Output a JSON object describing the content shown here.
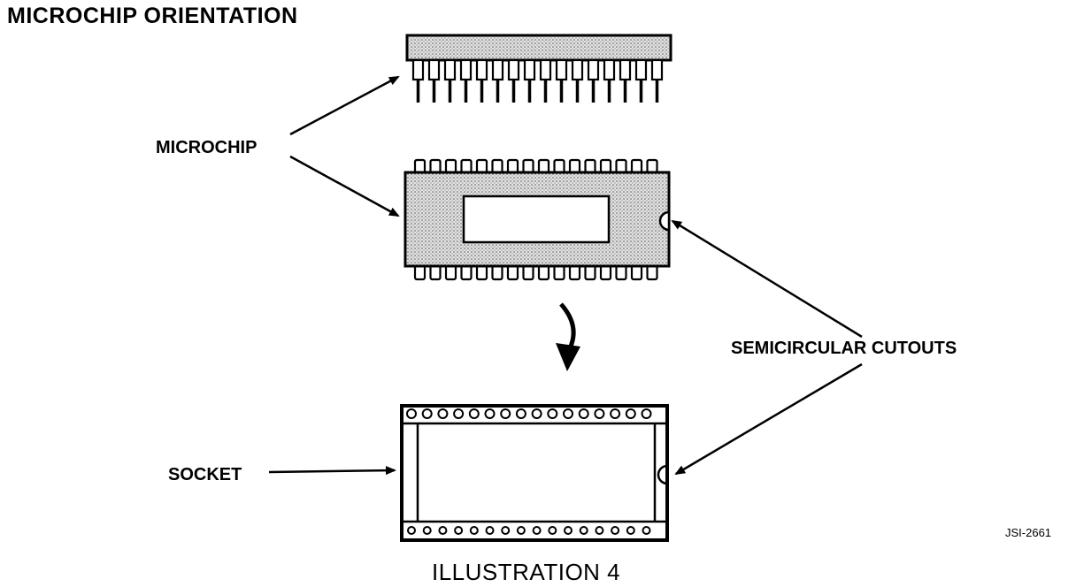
{
  "title": "MICROCHIP ORIENTATION",
  "labels": {
    "microchip": "MICROCHIP",
    "cutouts": "SEMICIRCULAR CUTOUTS",
    "socket": "SOCKET",
    "code": "JSI-2661"
  },
  "caption": "ILLUSTRATION 4",
  "pin_count_per_side": 16,
  "colors": {
    "ink": "#000000",
    "paper": "#ffffff",
    "chip_fill": "#d9d9d9"
  },
  "icons": [
    "microchip-side-view",
    "microchip-top-view",
    "socket",
    "curved-down-arrow"
  ]
}
